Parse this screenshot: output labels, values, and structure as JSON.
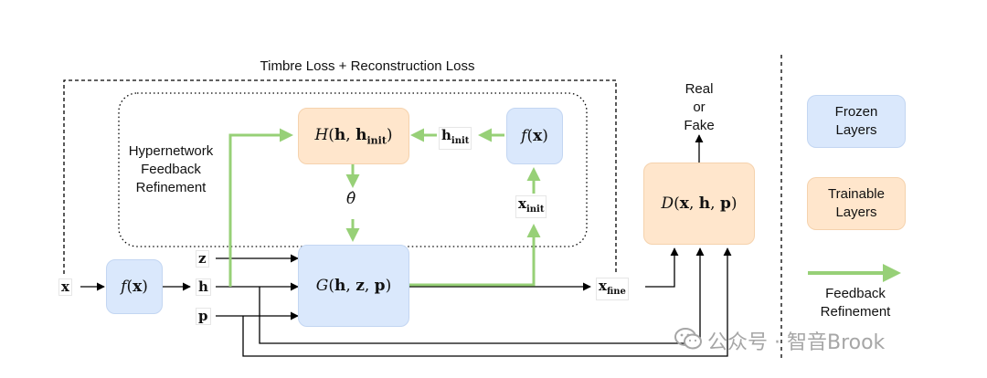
{
  "title": "Timbre Loss + Reconstruction Loss",
  "hypernetwork_label": "Hypernetwork\nFeedback\nRefinement",
  "nodes": {
    "f_left": "f(x)",
    "f_right": "f(x)",
    "H": "H(h, h_init)",
    "G": "G(h, z, p)",
    "D": "D(x, h, p)"
  },
  "variables": {
    "x": "x",
    "z": "z",
    "h": "h",
    "p": "p",
    "h_init_base": "h",
    "h_init_sub": "init",
    "x_init_base": "x",
    "x_init_sub": "init",
    "x_fine_base": "x",
    "x_fine_sub": "fine",
    "theta": "θ̂"
  },
  "real_or_fake": "Real\nor\nFake",
  "legend": {
    "frozen": "Frozen\nLayers",
    "trainable": "Trainable\nLayers",
    "feedback": "Feedback\nRefinement"
  },
  "watermark": "公众号 · 智音Brook",
  "colors": {
    "frozen_fill": "#dae8fc",
    "trainable_fill": "#ffe6cc",
    "feedback_green": "#97d077",
    "arrow": "#000000"
  }
}
